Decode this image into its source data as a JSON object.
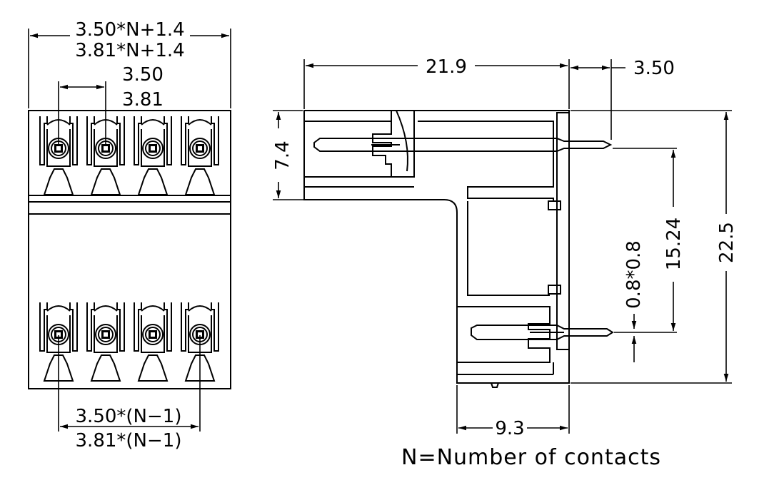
{
  "front_view": {
    "overall_width_350": "3.50*N+1.4",
    "overall_width_381": "3.81*N+1.4",
    "pitch_350": "3.50",
    "pitch_381": "3.81",
    "span_350": "3.50*(N−1)",
    "span_381": "3.81*(N−1)"
  },
  "side_view": {
    "length": "21.9",
    "pin_protrusion": "3.50",
    "top_height": "7.4",
    "pin_spacing": "15.24",
    "pin_section": "0.8*0.8",
    "overall_height": "22.5",
    "lower_depth": "9.3"
  },
  "footnote": "N=Number of contacts"
}
